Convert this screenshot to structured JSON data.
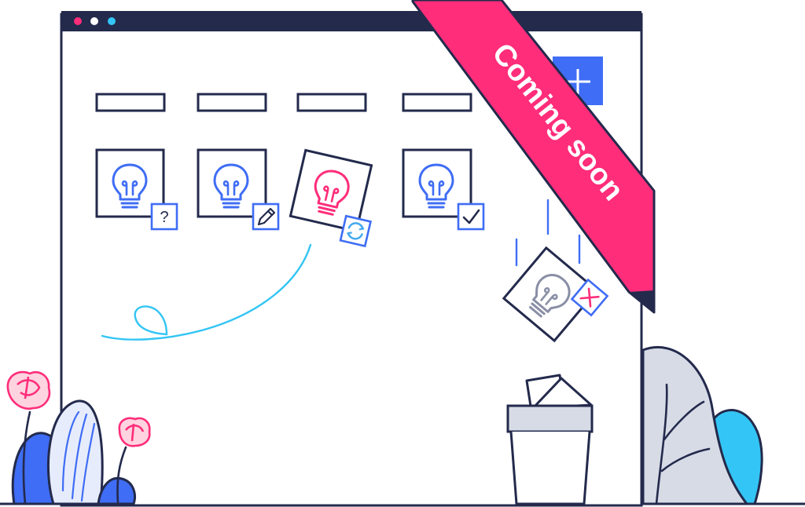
{
  "ribbon": {
    "text": "Coming soon"
  },
  "colors": {
    "navy": "#232a4c",
    "blue": "#3f6df5",
    "light_blue": "#43a8ee",
    "pink": "#ff2d7a",
    "cyan": "#33c5f5",
    "gray": "#d7dbe6",
    "white": "#ffffff"
  },
  "window": {
    "controls": [
      "close-dot",
      "minimize-dot",
      "maximize-dot"
    ],
    "add_button_icon": "plus-icon"
  },
  "columns": [
    {
      "name": "column-1",
      "card_icon": "lightbulb-icon",
      "badge_icon": "question-icon",
      "state": "unknown"
    },
    {
      "name": "column-2",
      "card_icon": "lightbulb-icon",
      "badge_icon": "pencil-icon",
      "state": "editing"
    },
    {
      "name": "column-3",
      "card_icon": "lightbulb-icon",
      "badge_icon": "refresh-icon",
      "state": "moving"
    },
    {
      "name": "column-4",
      "card_icon": "lightbulb-icon",
      "badge_icon": "checkmark-icon",
      "state": "done"
    }
  ],
  "discarded_card": {
    "card_icon": "lightbulb-icon",
    "badge_icon": "x-icon",
    "state": "rejected"
  },
  "decor": [
    "trash-can-icon",
    "bush-icon",
    "flower-icon",
    "leaf-icon"
  ]
}
